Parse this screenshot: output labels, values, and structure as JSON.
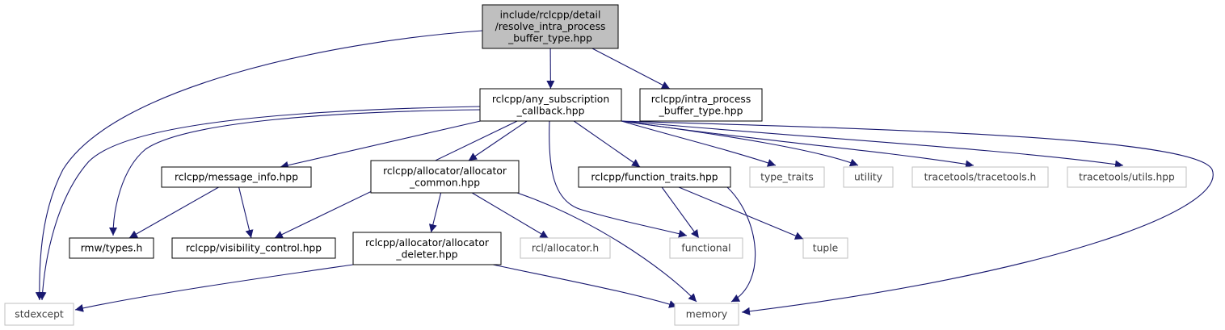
{
  "colors": {
    "edge": "#191970",
    "root_fill": "#bfbfbf",
    "node_border": "#000000",
    "external_border": "#bfbfbf",
    "external_text": "#404040",
    "text": "#000000"
  },
  "nodes": [
    {
      "id": "resolve",
      "lines": [
        "include/rclcpp/detail",
        "/resolve_intra_process",
        "_buffer_type.hpp"
      ],
      "kind": "root"
    },
    {
      "id": "any_sub",
      "lines": [
        "rclcpp/any_subscription",
        "_callback.hpp"
      ],
      "kind": "documented"
    },
    {
      "id": "ipbt",
      "lines": [
        "rclcpp/intra_process",
        "_buffer_type.hpp"
      ],
      "kind": "documented"
    },
    {
      "id": "msg_info",
      "lines": [
        "rclcpp/message_info.hpp"
      ],
      "kind": "documented"
    },
    {
      "id": "alloc_common",
      "lines": [
        "rclcpp/allocator/allocator",
        "_common.hpp"
      ],
      "kind": "documented"
    },
    {
      "id": "func_traits",
      "lines": [
        "rclcpp/function_traits.hpp"
      ],
      "kind": "documented"
    },
    {
      "id": "type_traits",
      "lines": [
        "type_traits"
      ],
      "kind": "external"
    },
    {
      "id": "utility",
      "lines": [
        "utility"
      ],
      "kind": "external"
    },
    {
      "id": "tt_h",
      "lines": [
        "tracetools/tracetools.h"
      ],
      "kind": "external"
    },
    {
      "id": "tt_utils",
      "lines": [
        "tracetools/utils.hpp"
      ],
      "kind": "external"
    },
    {
      "id": "rmw_types",
      "lines": [
        "rmw/types.h"
      ],
      "kind": "documented"
    },
    {
      "id": "vis_ctrl",
      "lines": [
        "rclcpp/visibility_control.hpp"
      ],
      "kind": "documented"
    },
    {
      "id": "alloc_deleter",
      "lines": [
        "rclcpp/allocator/allocator",
        "_deleter.hpp"
      ],
      "kind": "documented"
    },
    {
      "id": "rcl_alloc",
      "lines": [
        "rcl/allocator.h"
      ],
      "kind": "external"
    },
    {
      "id": "functional",
      "lines": [
        "functional"
      ],
      "kind": "external"
    },
    {
      "id": "tuple",
      "lines": [
        "tuple"
      ],
      "kind": "external"
    },
    {
      "id": "stdexcept",
      "lines": [
        "stdexcept"
      ],
      "kind": "external"
    },
    {
      "id": "memory",
      "lines": [
        "memory"
      ],
      "kind": "external"
    }
  ],
  "edges": [
    [
      "resolve",
      "stdexcept"
    ],
    [
      "resolve",
      "any_sub"
    ],
    [
      "resolve",
      "ipbt"
    ],
    [
      "any_sub",
      "msg_info"
    ],
    [
      "any_sub",
      "alloc_common"
    ],
    [
      "any_sub",
      "func_traits"
    ],
    [
      "any_sub",
      "type_traits"
    ],
    [
      "any_sub",
      "utility"
    ],
    [
      "any_sub",
      "tt_h"
    ],
    [
      "any_sub",
      "tt_utils"
    ],
    [
      "any_sub",
      "memory"
    ],
    [
      "any_sub",
      "functional"
    ],
    [
      "any_sub",
      "rmw_types"
    ],
    [
      "any_sub",
      "vis_ctrl"
    ],
    [
      "any_sub",
      "stdexcept"
    ],
    [
      "msg_info",
      "rmw_types"
    ],
    [
      "msg_info",
      "vis_ctrl"
    ],
    [
      "alloc_common",
      "alloc_deleter"
    ],
    [
      "alloc_common",
      "rcl_alloc"
    ],
    [
      "alloc_common",
      "memory"
    ],
    [
      "alloc_deleter",
      "stdexcept"
    ],
    [
      "alloc_deleter",
      "memory"
    ],
    [
      "func_traits",
      "functional"
    ],
    [
      "func_traits",
      "tuple"
    ],
    [
      "func_traits",
      "memory"
    ]
  ]
}
